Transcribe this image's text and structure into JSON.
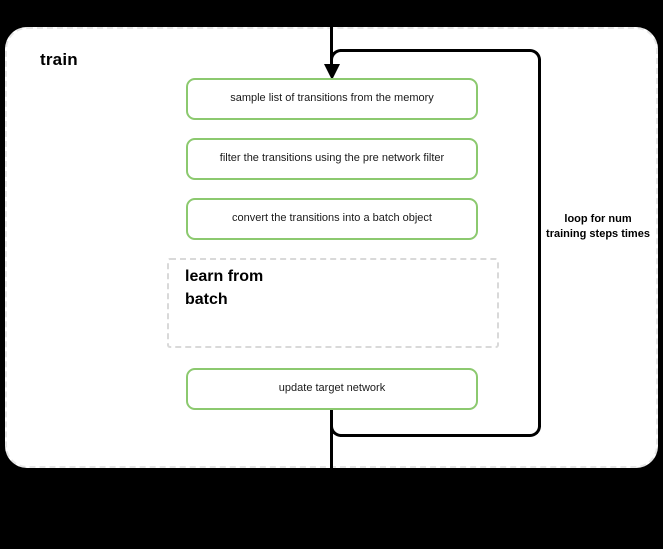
{
  "diagram": {
    "title": "train",
    "background_color": "#000000",
    "container": {
      "name": "train",
      "border_color": "#e6e6e6",
      "border_style": "dashed",
      "fill": "#ffffff"
    },
    "accent_color": "#8cc96f",
    "steps": [
      {
        "id": "sample",
        "label": "sample list of transitions from the memory"
      },
      {
        "id": "filter",
        "label": "filter the transitions using the pre network filter"
      },
      {
        "id": "convert",
        "label": "convert the transitions into a batch object"
      },
      {
        "id": "update",
        "label": "update target network"
      }
    ],
    "subgraph": {
      "id": "learn-from-batch",
      "label": "learn from batch",
      "border_style": "dashed",
      "border_color": "#d9d9d9"
    },
    "loop": {
      "label": "loop for num training steps times",
      "line_color": "#000000"
    },
    "connectors": {
      "entry_arrow": "arrow-down-icon",
      "exit_line": "flow-line"
    }
  }
}
